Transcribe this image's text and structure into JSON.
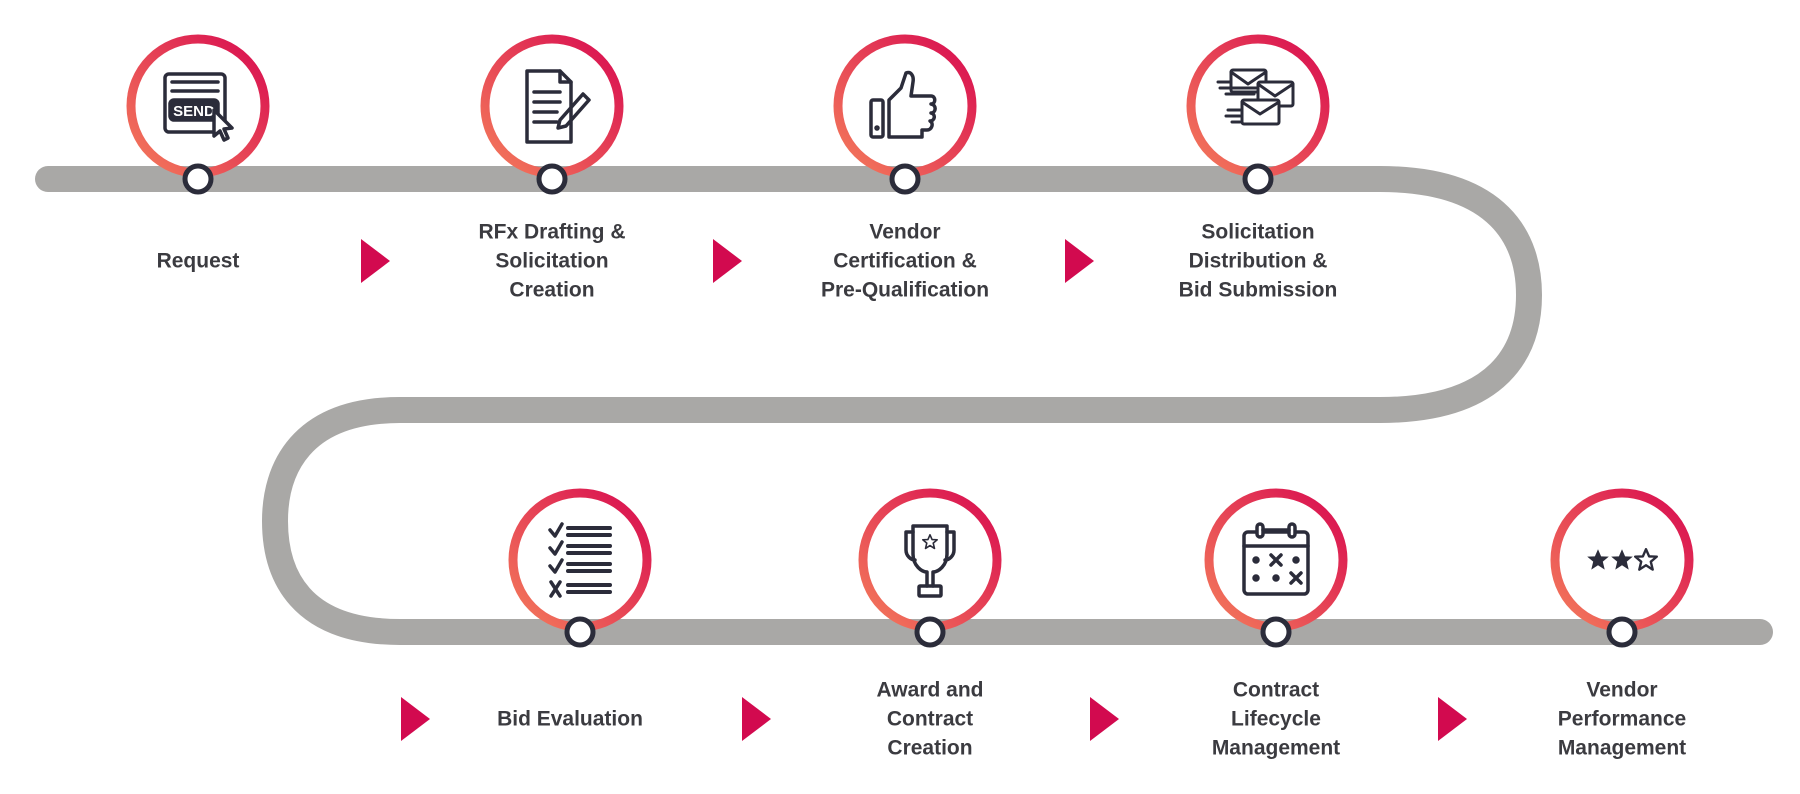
{
  "colors": {
    "track": "#a9a8a6",
    "ring_start": "#f47c5b",
    "ring_end": "#d80b50",
    "icon": "#2b2c3a",
    "arrow": "#d20a4f",
    "text": "#3b3b40"
  },
  "steps": [
    {
      "icon": "send-icon",
      "icon_text": "SEND",
      "lines": [
        "Request"
      ]
    },
    {
      "icon": "document-edit-icon",
      "lines": [
        "RFx Drafting &",
        "Solicitation",
        "Creation"
      ]
    },
    {
      "icon": "thumbs-up-icon",
      "lines": [
        "Vendor",
        "Certification &",
        "Pre-Qualification"
      ]
    },
    {
      "icon": "envelopes-icon",
      "lines": [
        "Solicitation",
        "Distribution &",
        "Bid Submission"
      ]
    },
    {
      "icon": "checklist-icon",
      "lines": [
        "Bid Evaluation"
      ]
    },
    {
      "icon": "trophy-icon",
      "lines": [
        "Award and",
        "Contract",
        "Creation"
      ]
    },
    {
      "icon": "calendar-icon",
      "lines": [
        "Contract",
        "Lifecycle",
        "Management"
      ]
    },
    {
      "icon": "star-rating-icon",
      "lines": [
        "Vendor",
        "Performance",
        "Management"
      ]
    }
  ]
}
